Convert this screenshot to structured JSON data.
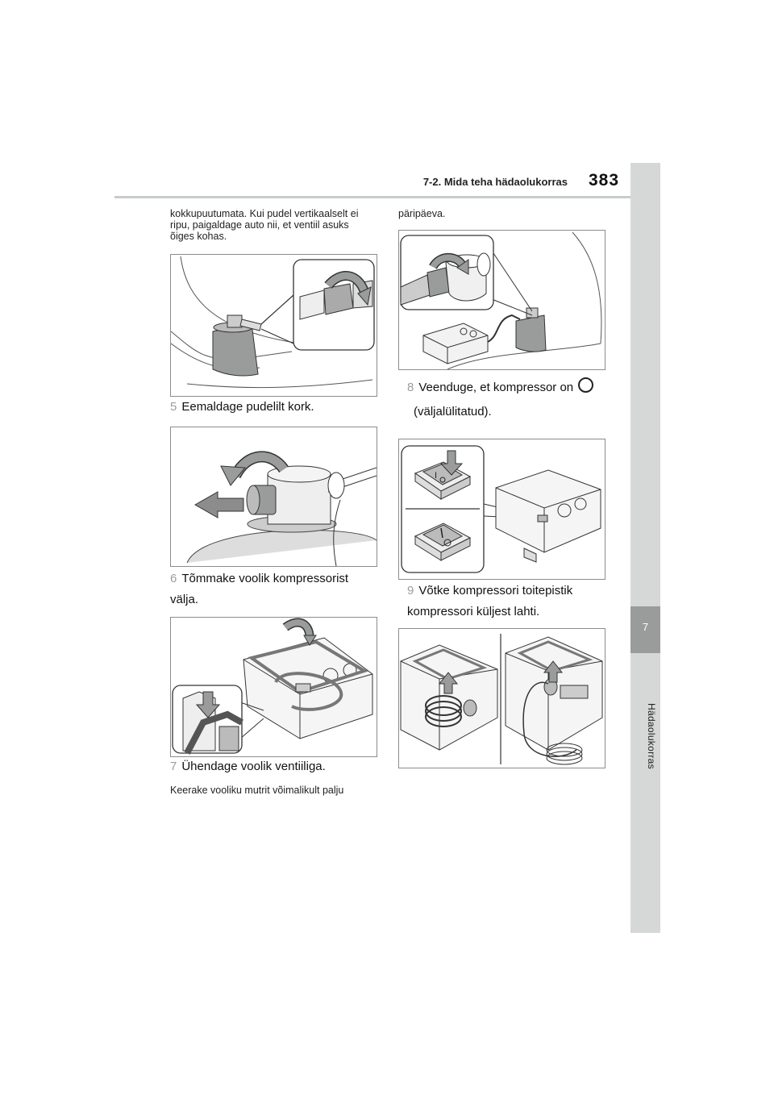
{
  "header": {
    "section_title": "7-2. Mida teha hädaolukorras",
    "page_number": "383"
  },
  "sidebar": {
    "chapter_number": "7",
    "chapter_label": "Hädaolukorras"
  },
  "left_column": {
    "intro_text": "kokkupuutumata. Kui pudel vertikaalselt ei ripu, paigaldage auto nii, et ventiil asuks õiges kohas.",
    "steps": [
      {
        "number": "5",
        "text": "Eemaldage pudelilt kork."
      },
      {
        "number": "6",
        "text": "Tõmmake voolik kompressorist välja."
      },
      {
        "number": "7",
        "text": "Ühendage voolik ventiiliga."
      }
    ],
    "note_text": "Keerake vooliku mutrit võimalikult palju"
  },
  "right_column": {
    "intro_text": "päripäeva.",
    "steps": [
      {
        "number": "8",
        "text_before_icon": "Veenduge, et kompressor on",
        "text_after_icon": "(väljalülitatud)."
      },
      {
        "number": "9",
        "text": "Võtke kompressori toitepistik kompressori küljest lahti."
      }
    ]
  },
  "figures": {
    "switch_symbols": {
      "on": "I",
      "off": "O"
    },
    "icon": "power-off-circle-icon",
    "colors": {
      "sidebar": "#d6d8d8",
      "tab": "#9a9c9c",
      "gray_fill": "#9a9c9c",
      "arrow_fill": "#8c8c8c"
    }
  }
}
